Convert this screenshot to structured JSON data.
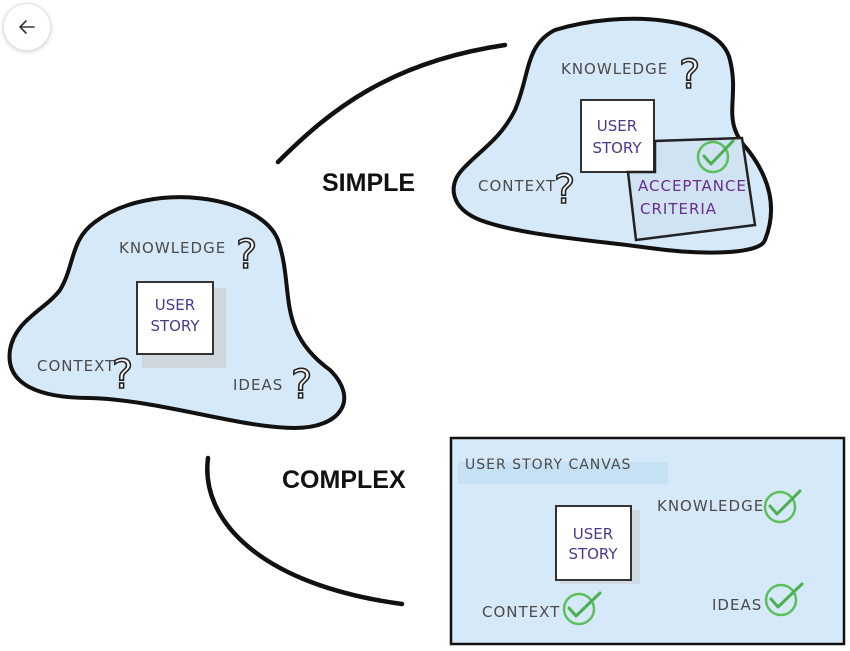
{
  "nav": {
    "back_icon": "arrow-left-icon"
  },
  "labels": {
    "simple": "SIMPLE",
    "complex": "COMPLEX"
  },
  "left_cloud": {
    "knowledge": "KNOWLEDGE",
    "context": "CONTEXT",
    "ideas": "IDEAS",
    "story_line1": "USER",
    "story_line2": "STORY",
    "qmark": "?"
  },
  "top_cloud": {
    "knowledge": "KNOWLEDGE",
    "context": "CONTEXT",
    "story_line1": "USER",
    "story_line2": "STORY",
    "acceptance_line1": "ACCEPTANCE",
    "acceptance_line2": "CRITERIA",
    "qmark": "?"
  },
  "canvas": {
    "title": "USER STORY CANVAS",
    "knowledge": "KNOWLEDGE",
    "context": "CONTEXT",
    "ideas": "IDEAS",
    "story_line1": "USER",
    "story_line2": "STORY"
  },
  "colors": {
    "blob_fill": "#d6e9f8",
    "check_green": "#4caf50",
    "story_text": "#4b3a8a",
    "acceptance_text": "#6a2c8f"
  }
}
